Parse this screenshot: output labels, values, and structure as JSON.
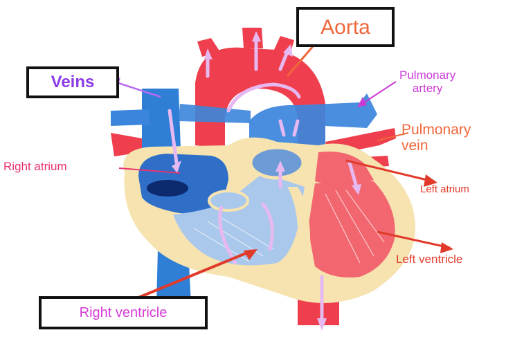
{
  "labels": {
    "aorta": "Aorta",
    "veins": "Veins",
    "pulmonary_artery_line1": "Pulmonary",
    "pulmonary_artery_line2": "artery",
    "pulmonary_vein_line1": "Pulmonary",
    "pulmonary_vein_line2": "vein",
    "right_atrium": "Right atrium",
    "left_atrium": "Left atrium",
    "left_ventricle": "Left ventricle",
    "right_ventricle": "Right ventricle"
  },
  "colors": {
    "aorta_label": "#f0663a",
    "veins_label": "#8b3be6",
    "pulmonary_artery_label": "#c93ad6",
    "pulmonary_vein_label": "#f0663a",
    "right_atrium_label": "#e8336f",
    "left_atrium_label": "#e03a2a",
    "left_ventricle_label": "#e03a2a",
    "right_ventricle_label": "#d63ad6",
    "oxygenated_red": "#ee3b48",
    "deoxygenated_blue": "#2f6fc8",
    "heart_wall": "#f6e3b0",
    "flow_arrow": "#e6b9f0"
  }
}
